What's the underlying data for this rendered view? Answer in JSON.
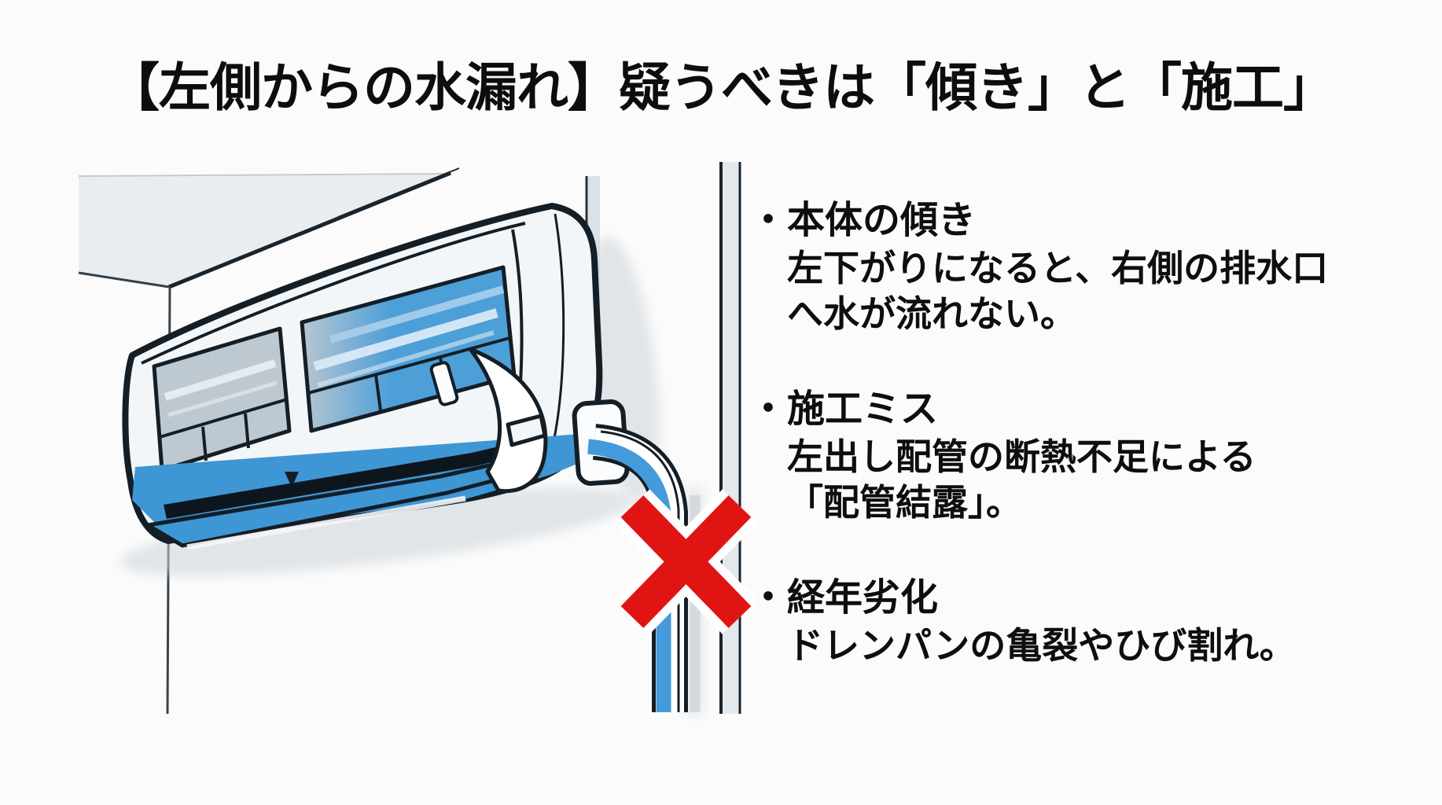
{
  "page": {
    "background_color": "#fbfbfb",
    "text_color": "#111111"
  },
  "title": {
    "text": "【左側からの水漏れ】疑うべきは「傾き」と「施工」"
  },
  "ui": {
    "bullet_char": "・"
  },
  "bullets": [
    {
      "heading": "本体の傾き",
      "lines": [
        "左下がりになると、右側の排水口",
        "へ水が流れない。"
      ]
    },
    {
      "heading": "施工ミス",
      "lines": [
        "左出し配管の断熱不足による",
        "「配管結露」。"
      ]
    },
    {
      "heading": "経年劣化",
      "lines": [
        "ドレンパンの亀裂やひび割れ。"
      ]
    }
  ],
  "illustration": {
    "label": "左下がりに傾いた壁掛けエアコンと左出しドレン配管のイラスト（内部に水がたまり、配管に赤いバツ印）",
    "x_mark": "×",
    "colors": {
      "outline": "#141e26",
      "unit_body": "#f3f6f8",
      "interior_blue": "#4d9fd8",
      "interior_gray_blue": "#bdc8d1",
      "water_blue": "#3e96d5",
      "pipe_blue": "#459ada",
      "x_red": "#e11414",
      "ceiling_gray": "#e9edf0",
      "wall_shadow_gray": "#dde2e7"
    }
  }
}
